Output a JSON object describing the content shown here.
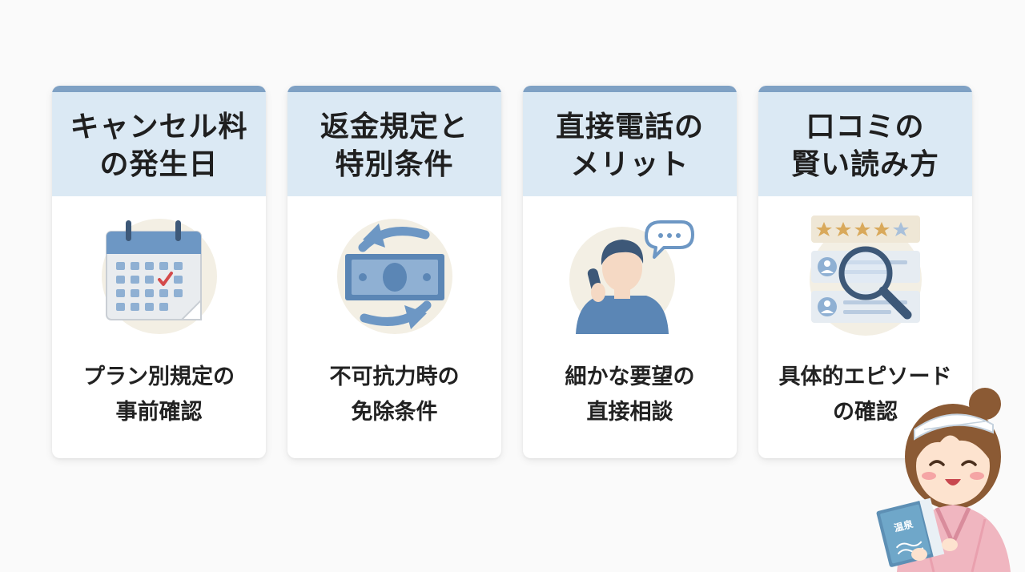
{
  "colors": {
    "header_bg": "#dbe9f4",
    "header_accent": "#7fa1c4",
    "icon_blue": "#6d97c4",
    "icon_circle": "#f3efe4",
    "check_red": "#d44a4a",
    "star_gold": "#d9a95b"
  },
  "cards": [
    {
      "title": [
        "キャンセル料",
        "の発生日"
      ],
      "icon": "calendar-icon",
      "description": [
        "プラン別規定の",
        "事前確認"
      ]
    },
    {
      "title": [
        "返金規定と",
        "特別条件"
      ],
      "icon": "refund-money-icon",
      "description": [
        "不可抗力時の",
        "免除条件"
      ]
    },
    {
      "title": [
        "直接電話の",
        "メリット"
      ],
      "icon": "phone-call-icon",
      "description": [
        "細かな要望の",
        "直接相談"
      ]
    },
    {
      "title": [
        "口コミの",
        "賢い読み方"
      ],
      "icon": "review-search-icon",
      "description": [
        "具体的エピソード",
        "の確認"
      ]
    }
  ],
  "mascot": {
    "icon": "onsen-girl-reading-icon",
    "book_title": "温泉"
  }
}
